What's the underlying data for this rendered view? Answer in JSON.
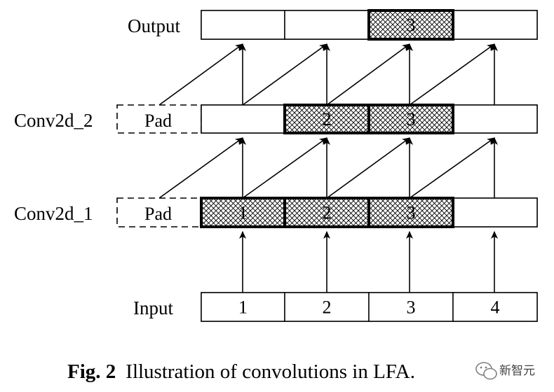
{
  "rows": {
    "output": {
      "label": "Output",
      "cells": [
        "",
        "",
        "3",
        ""
      ],
      "highlight": [
        false,
        false,
        true,
        false
      ]
    },
    "conv2": {
      "label": "Conv2d_2",
      "pad": "Pad",
      "cells": [
        "",
        "2",
        "3",
        ""
      ],
      "highlight": [
        false,
        true,
        true,
        false
      ]
    },
    "conv1": {
      "label": "Conv2d_1",
      "pad": "Pad",
      "cells": [
        "1",
        "2",
        "3",
        ""
      ],
      "highlight": [
        true,
        true,
        true,
        false
      ]
    },
    "input": {
      "label": "Input",
      "cells": [
        "1",
        "2",
        "3",
        "4"
      ],
      "highlight": [
        false,
        false,
        false,
        false
      ]
    }
  },
  "caption": {
    "prefix": "Fig. 2",
    "text": "Illustration of convolutions in LFA."
  },
  "watermark": {
    "text": "新智元",
    "icon": "wechat-icon"
  },
  "colors": {
    "stroke": "#000000",
    "hatch": "#000000",
    "background": "#ffffff",
    "watermark": "#444444"
  }
}
